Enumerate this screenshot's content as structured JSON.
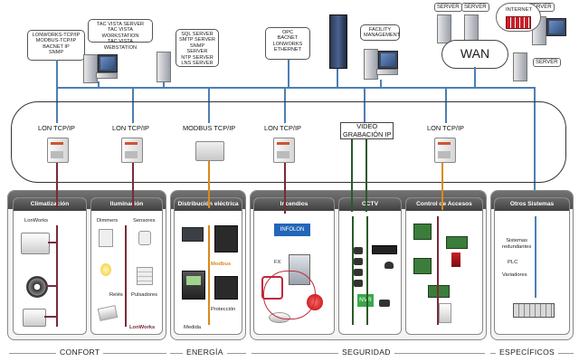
{
  "top_servers": {
    "lon_callout": "LONWORKS-TCP/IP\nMODBUS-TCP/IP\nBACNET IP\nSNMP",
    "tac_callout": "TAC VISTA SERVER\nTAC VISTA WORKSTATION\nTAC VISTA WEBSTATION",
    "sql_callout": "SQL SERVER\nSMTP SERVER\nSNMP SERVER\nNTP SERVER\nLNS SERVER",
    "opc_callout": "OPC\nBACNET\nLONWORKS\nETHERNET",
    "facility_callout": "FACILITY\nMANAGEMENT",
    "server_labels": [
      "SERVER",
      "SERVER",
      "SERVER",
      "SERVER"
    ],
    "internet_label": "INTERNET",
    "wan_label": "WAN"
  },
  "network": {
    "routers": [
      "LON TCP/IP",
      "LON TCP/IP",
      "MODBUS TCP/IP",
      "LON TCP/IP",
      "VIDEO\nGRABACIÓN IP",
      "LON TCP/IP"
    ]
  },
  "panels": {
    "climatizacion": {
      "title": "Climatización",
      "lonworks": "LonWorks"
    },
    "iluminacion": {
      "title": "Iluminación",
      "dimmers": "Dimmers",
      "sensores": "Sensores",
      "reles": "Relés",
      "pulsadores": "Pulsadores",
      "lonworks": "LonWorks"
    },
    "distribucion": {
      "title": "Distribución eléctrica",
      "modbus": "Modbus",
      "medida": "Medida",
      "proteccion": "Protección"
    },
    "incendios": {
      "title": "Incendios",
      "infolon": "INFOLON",
      "fx": "FX"
    },
    "cctv": {
      "title": "CCTV",
      "nvr": "NVR"
    },
    "accesos": {
      "title": "Control de Accesos"
    },
    "otros": {
      "title": "Otros Sistemas",
      "redundantes": "Sistemas\nredundantes",
      "plc": "PLC",
      "variadores": "Variadores"
    }
  },
  "groups": {
    "confort": "CONFORT",
    "energia": "ENERGÍA",
    "seguridad": "SEGURIDAD",
    "especificos": "ESPECÍFICOS"
  },
  "colors": {
    "lon_line": "#7a2a3a",
    "modbus_line": "#d98a18",
    "video_line": "#2a5a28",
    "backbone": "#4c7fb5",
    "nvr_green": "#3aa84a",
    "infolon_blue": "#2366b8"
  }
}
